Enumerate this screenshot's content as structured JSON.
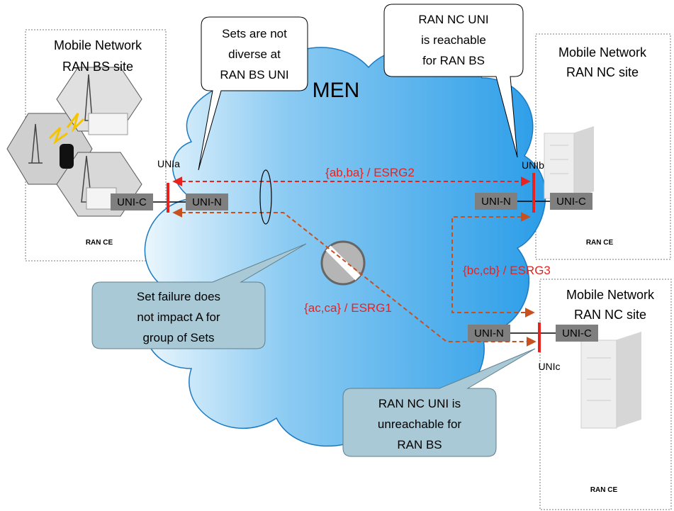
{
  "cloud": {
    "label": "MEN"
  },
  "sites": {
    "bs": {
      "title_line1": "Mobile Network",
      "title_line2": "RAN BS site",
      "ce_label": "RAN CE"
    },
    "nc1": {
      "title_line1": "Mobile Network",
      "title_line2": "RAN NC site",
      "ce_label": "RAN CE"
    },
    "nc2": {
      "title_line1": "Mobile Network",
      "title_line2": "RAN NC site",
      "ce_label": "RAN CE"
    }
  },
  "unis": {
    "a": {
      "name": "UNIa",
      "c_label": "UNI-C",
      "n_label": "UNI-N"
    },
    "b": {
      "name": "UNIb",
      "c_label": "UNI-C",
      "n_label": "UNI-N"
    },
    "c": {
      "name": "UNIc",
      "c_label": "UNI-C",
      "n_label": "UNI-N"
    }
  },
  "paths": {
    "esrg2": "{ab,ba} / ESRG2",
    "esrg3": "{bc,cb} / ESRG3",
    "esrg1": "{ac,ca} / ESRG1"
  },
  "callouts": {
    "not_diverse": [
      "Sets are not",
      "diverse at",
      "RAN BS UNI"
    ],
    "reachable": [
      "RAN NC UNI",
      "is reachable",
      "for RAN BS"
    ],
    "set_failure": [
      "Set failure does",
      "not impact A for",
      "group of Sets"
    ],
    "unreachable": [
      "RAN NC UNI is",
      "unreachable for",
      "RAN BS"
    ]
  },
  "colors": {
    "path_red": "#e8231f",
    "path_orange": "#c8501e",
    "uni_box": "#7f7f7f",
    "callout_fill": "#a9c9d6",
    "cloud_dark": "#2b9de8",
    "cloud_light": "#eaf6fd"
  }
}
